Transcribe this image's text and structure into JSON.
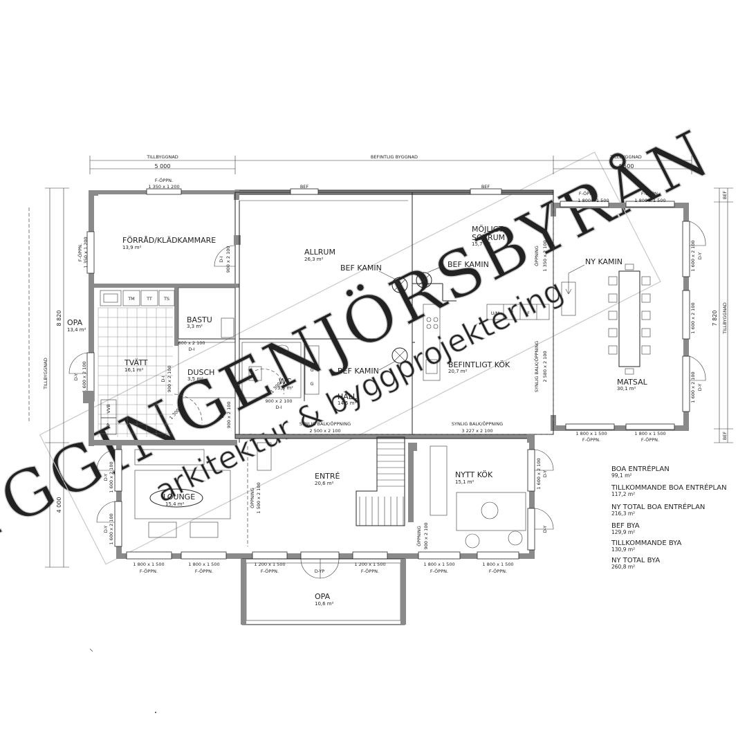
{
  "dimensions": {
    "top_left_label": "TILLBYGGNAD",
    "top_mid_label": "BEFINTLIG BYGGNAD",
    "top_right_label": "TILLBYGGNAD",
    "top_left_value": "5 000",
    "top_right_value": "4 500",
    "left_label": "TILLBYGGNAD",
    "left_total": "8 820",
    "left_bottom": "4 000",
    "right_label": "TILLBYGGNAD",
    "right_total": "7 820"
  },
  "rooms": {
    "forrad": {
      "name": "FÖRRÅD/KLÄDKAMMARE",
      "area": "13,9 m²"
    },
    "allrum": {
      "name": "ALLRUM",
      "area": "26,3 m²"
    },
    "sovrum1": {
      "name": "MÖJLIGT",
      "name2": "SOVRUM",
      "area": "15,7 m²"
    },
    "opa_left": {
      "name": "OPA",
      "area": "13,4 m²"
    },
    "bastu": {
      "name": "BASTU",
      "area": "3,3 m²"
    },
    "tvatt": {
      "name": "TVÄTT",
      "area": "16,1 m²"
    },
    "dusch": {
      "name": "DUSCH",
      "area": "3,5 m²"
    },
    "wc": {
      "name": "WC",
      "area": "3,3 m²"
    },
    "hall": {
      "name": "HALL",
      "area": "14,5 m²"
    },
    "kok": {
      "name": "BEFINTLIGT KÖK",
      "area": "20,7 m²"
    },
    "matsal": {
      "name": "MATSAL",
      "area": "30,1 m²"
    },
    "lounge": {
      "name": "LOUNGE",
      "area": "15,4 m²"
    },
    "entre": {
      "name": "ENTRÉ",
      "area": "20,6 m²"
    },
    "nyttkok": {
      "name": "NYTT KÖK",
      "area": "15,1 m²"
    },
    "opa_front": {
      "name": "OPA",
      "area": "10,6 m²"
    }
  },
  "labels": {
    "bef_kamin": "BEF KAMIN",
    "ny_kamin": "NY KAMIN",
    "bef": "BEF",
    "f_oppn": "F-ÖPPN.",
    "d_y": "D-Y",
    "d_i": "D-I",
    "d_yp": "D-YP",
    "oppning": "ÖPPNING",
    "synlig": "SYNLIG BALK/ÖPPNING",
    "synlig_short": "SYNLIG BALK/ÖPPNING",
    "tm": "TM",
    "tt": "TT",
    "ts": "TS",
    "vvb": "VVB",
    "vp": "VP",
    "um": "U/M",
    "k": "K",
    "f": "F",
    "g": "G",
    "w1350x1200": "1 350 x 1 200",
    "w1800x1500": "1 800 x 1 500",
    "w1200x1500": "1 200 x 1 500",
    "d800x2100": "800 x 2 100",
    "d900x2100": "900 x 2 100",
    "d1600x2100": "1 600 x 2 100",
    "d1500x2100": "1 500 x 2 100",
    "d1350x2100": "1 350 x 2 100",
    "d2580x2100": "2 580 x 2 100",
    "s2500x2100": "2 500 x 2 100",
    "s3227x2100": "3 227 x 2 100",
    "d1300": "1 300"
  },
  "summary": [
    {
      "label": "BOA ENTRÉPLAN",
      "value": "99,1 m²"
    },
    {
      "label": "TILLKOMMANDE BOA ENTRÉPLAN",
      "value": "117,2 m²"
    },
    {
      "label": "NY TOTAL BOA ENTRÉPLAN",
      "value": "216,3 m²"
    },
    {
      "label": "BEF BYA",
      "value": "129,9 m²"
    },
    {
      "label": "TILLKOMMANDE BYA",
      "value": "130,9 m²"
    },
    {
      "label": "NY TOTAL BYA",
      "value": "260,8 m²"
    }
  ],
  "watermark": {
    "line1": "BYGGINGENJÖRSBYRÅN",
    "line2": "arkitektur & byggprojektering"
  }
}
